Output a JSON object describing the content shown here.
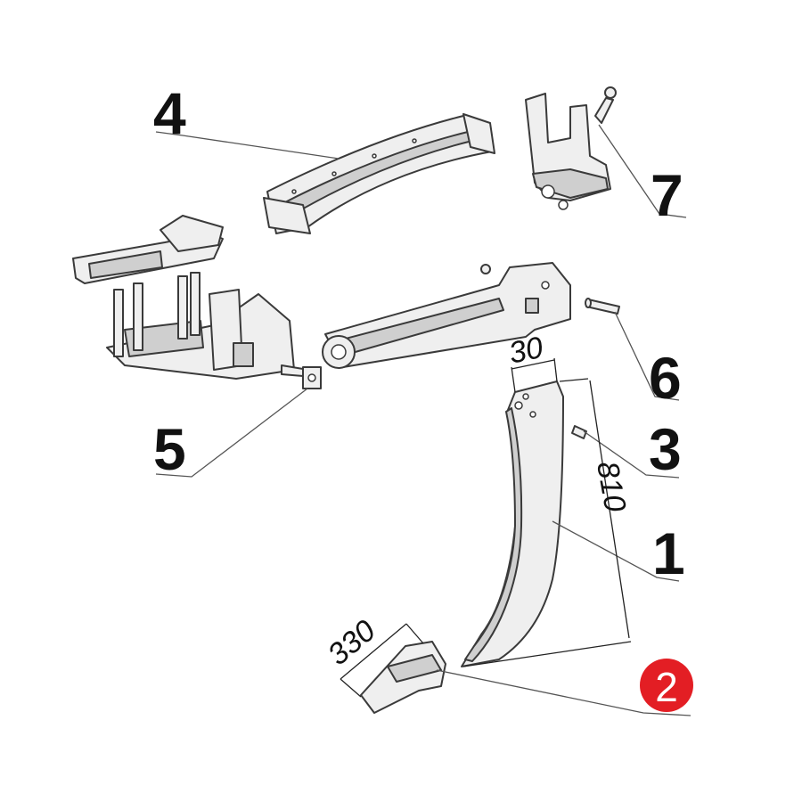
{
  "callouts": {
    "c1": "1",
    "c2": "2",
    "c3": "3",
    "c4": "4",
    "c5": "5",
    "c6": "6",
    "c7": "7"
  },
  "dimensions": {
    "width_top": "30",
    "height": "810",
    "point_length": "330"
  },
  "colors": {
    "highlight": "#e31e24",
    "line": "#3a3a3a"
  }
}
